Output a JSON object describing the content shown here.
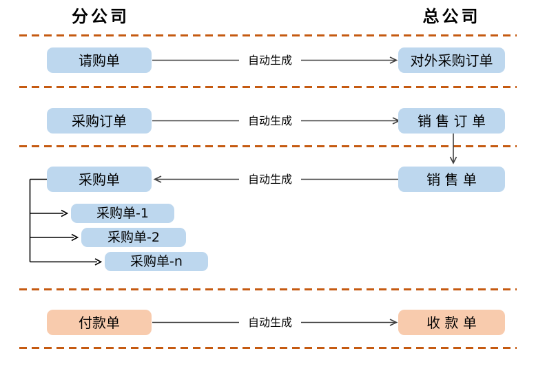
{
  "headers": {
    "left": "分公司",
    "right": "总公司"
  },
  "flows": [
    {
      "left": "请购单",
      "right": "对外采购订单",
      "label": "自动生成",
      "direction": "left-to-right",
      "style": "blue"
    },
    {
      "left": "采购订单",
      "right": "销 售 订 单",
      "label": "自动生成",
      "direction": "left-to-right",
      "style": "blue"
    },
    {
      "left": "采购单",
      "right": "销 售 单",
      "label": "自动生成",
      "direction": "right-to-left",
      "style": "blue"
    },
    {
      "left": "付款单",
      "right": "收 款 单",
      "label": "自动生成",
      "direction": "left-to-right",
      "style": "orange"
    }
  ],
  "purchase_breakdown": [
    "采购单-1",
    "采购单-2",
    "采购单-n"
  ],
  "connectors": {
    "sales_order_to_sales_receipt": "vertical-arrow",
    "dashed_divider_count": 5
  },
  "colors": {
    "box_blue": "#BDD7EE",
    "box_orange": "#F8CBAD",
    "dashed_line": "#C55A11",
    "arrow_line": "#3f3f3f",
    "text": "#000000"
  }
}
